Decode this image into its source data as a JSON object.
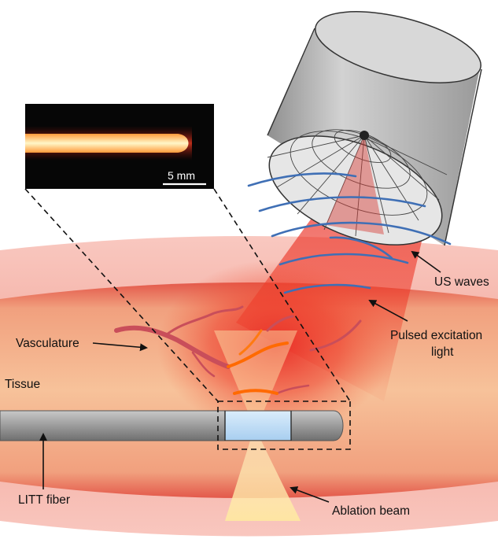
{
  "labels": {
    "vasculature": "Vasculature",
    "tissue": "Tissue",
    "litt_fiber": "LITT fiber",
    "us_waves": "US waves",
    "pulsed_line1": "Pulsed excitation",
    "pulsed_line2": "light",
    "ablation_beam": "Ablation beam"
  },
  "inset": {
    "scale_bar_label": "5 mm"
  },
  "colors": {
    "tissue_outer": "#f6b2a8",
    "tissue_inner": "#f3a98a",
    "excitation_light": "#e8231e",
    "us_waves": "#3f6fb5",
    "vessel": "#c94e5a",
    "vessel_hot": "#ff6a00",
    "fiber": "#9a9a9a",
    "ablation_beam": "#ffe8a6",
    "transducer": "#b9b9b9"
  }
}
